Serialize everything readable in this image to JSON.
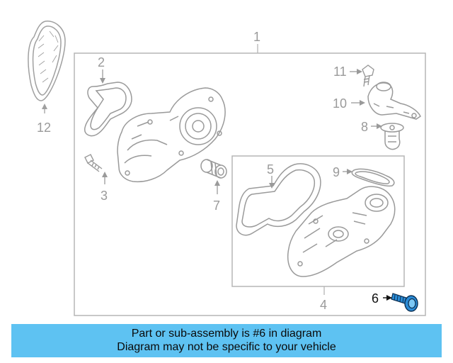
{
  "diagram": {
    "callouts": {
      "c1": "1",
      "c2": "2",
      "c3": "3",
      "c4": "4",
      "c5": "5",
      "c6": "6",
      "c7": "7",
      "c8": "8",
      "c9": "9",
      "c10": "10",
      "c11": "11",
      "c12": "12"
    },
    "highlighted_part": "6",
    "highlight_color": "#2a8bd6"
  },
  "banner": {
    "line1": "Part or sub-assembly is #6 in diagram",
    "line2": "Diagram may not be specific to your vehicle",
    "background": "#5ec2f2"
  }
}
